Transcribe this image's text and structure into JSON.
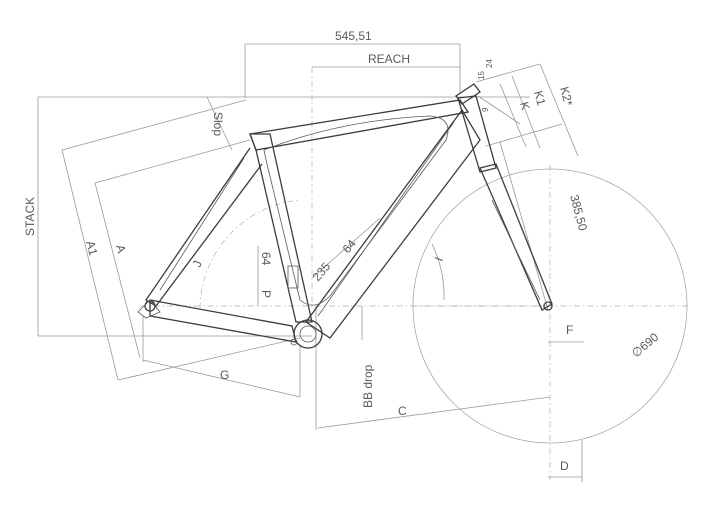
{
  "labels": {
    "reach_value": "545,51",
    "reach": "REACH",
    "stack": "STACK",
    "slop": "Slop",
    "a1": "A1",
    "a": "A",
    "j": "J",
    "p": "P",
    "v64a": "64",
    "v64b": "64",
    "v235": "235",
    "g": "G",
    "bb_drop": "BB drop",
    "c": "C",
    "d": "D",
    "f": "F",
    "i": "I",
    "fork_len": "385,50",
    "wheel_dia": "∅690",
    "k": "K",
    "k1": "K1",
    "k2": "K2*",
    "v24": "24",
    "v15": "15",
    "v9": "9"
  }
}
